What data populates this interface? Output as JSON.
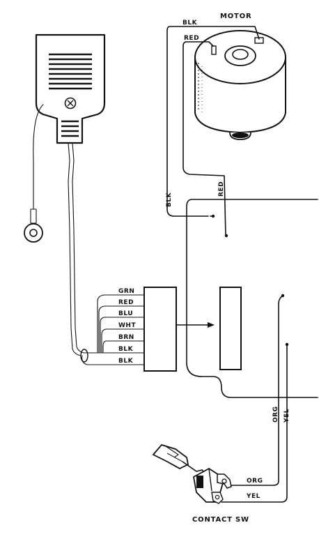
{
  "labels": {
    "motor": "MOTOR",
    "contact_sw": "CONTACT SW",
    "motor_blk": "BLK",
    "motor_red": "RED",
    "vertical_blk": "BLK",
    "vertical_red": "RED",
    "vertical_org": "ORG",
    "vertical_yel": "YEL",
    "switch_org": "ORG",
    "switch_yel": "YEL"
  },
  "connector_wires": [
    "GRN",
    "RED",
    "BLU",
    "WHT",
    "BRN",
    "BLK",
    "BLK"
  ],
  "colors": {
    "line": "#111111",
    "background": "#ffffff"
  }
}
